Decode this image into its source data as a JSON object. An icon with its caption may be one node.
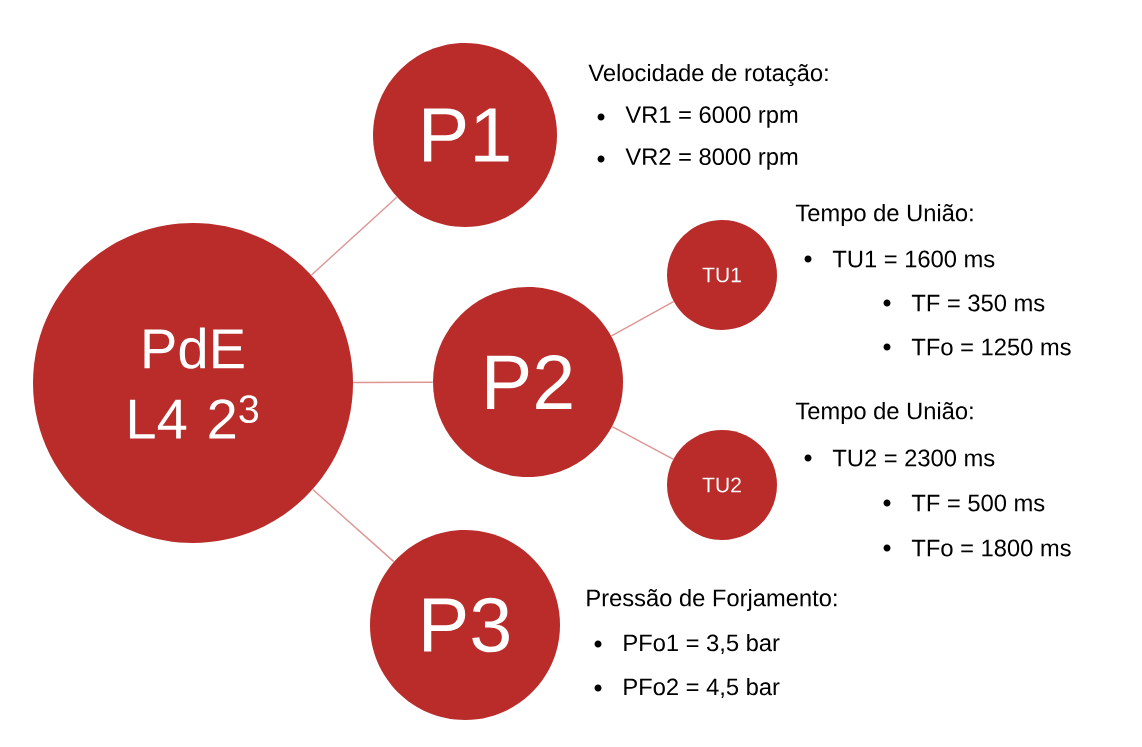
{
  "diagram": {
    "nodes": [
      {
        "text": [
          "PdE L4 2$^{3}$"
        ]
      },
      {
        "text": [
          "P1"
        ],
        "beside": [
          "Velocidade de rotação:",
          "VR1 = 6000 rpm",
          "VR2 = 8000 rpm"
        ]
      },
      {
        "text": [
          "P2"
        ]
      },
      {
        "text": [
          "TU1"
        ],
        "beside": [
          "Tempo de União:",
          "TU1 = 1600 ms",
          "TF = 350 ms",
          "TFo = 1250 ms"
        ]
      },
      {
        "text": [
          "TU2"
        ],
        "beside": [
          "Tempo de União:",
          "TU2 = 2300 ms",
          "TF = 500 ms",
          "TFo = 1800 ms"
        ]
      },
      {
        "text": [
          "P3"
        ],
        "beside": [
          "Pressão de Forjamento:",
          "PFo1 = 3,5 bar",
          "PFo2 = 4,5 bar"
        ]
      }
    ],
    "edges": [
      {
        "from": 0,
        "to": 1,
        "arrow": "none"
      },
      {
        "from": 0,
        "to": 2,
        "arrow": "none"
      },
      {
        "from": 0,
        "to": 5,
        "arrow": "none"
      },
      {
        "from": 2,
        "to": 3,
        "arrow": "none"
      },
      {
        "from": 2,
        "to": 4,
        "arrow": "none"
      }
    ]
  }
}
